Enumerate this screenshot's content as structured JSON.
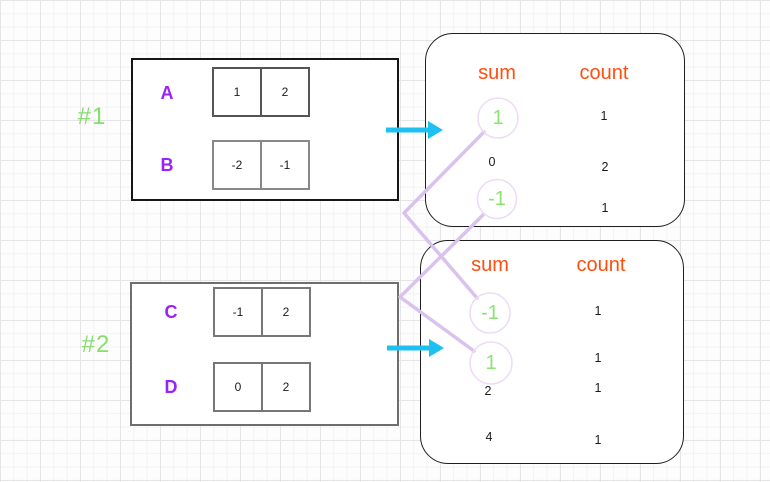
{
  "diagram_title": "pairwise sums with counts for two array groups",
  "colors": {
    "header_orange": "#ff4e0e",
    "group_label_green": "#88dd6d",
    "circled_value_green": "#8be273",
    "array_letter_purple": "#9a21f7",
    "arrow_cyan": "#1ec0f2",
    "connector_lavender": "#d9c3ee",
    "highlight_circle_outline": "#eedcf7"
  },
  "groups": [
    {
      "label": "#1",
      "arrays": [
        {
          "name": "A",
          "cells": [
            "1",
            "2"
          ]
        },
        {
          "name": "B",
          "cells": [
            "-2",
            "-1"
          ]
        }
      ],
      "table": {
        "sum_header": "sum",
        "count_header": "count",
        "rows": [
          {
            "sum": "1",
            "count": "1",
            "circled": true
          },
          {
            "sum": "0",
            "count": "2",
            "circled": false
          },
          {
            "sum": "-1",
            "count": "1",
            "circled": true
          }
        ]
      }
    },
    {
      "label": "#2",
      "arrays": [
        {
          "name": "C",
          "cells": [
            "-1",
            "2"
          ]
        },
        {
          "name": "D",
          "cells": [
            "0",
            "2"
          ]
        }
      ],
      "table": {
        "sum_header": "sum",
        "count_header": "count",
        "rows": [
          {
            "sum": "-1",
            "count": "1",
            "circled": true
          },
          {
            "sum": "1",
            "count": "1",
            "circled": true
          },
          {
            "sum": "2",
            "count": "1",
            "circled": false
          },
          {
            "sum": "4",
            "count": "1",
            "circled": false
          }
        ]
      }
    }
  ],
  "connections": [
    {
      "from": "group1 sum 1",
      "to": "group2 sum -1"
    },
    {
      "from": "group1 sum -1",
      "to": "group2 sum 1"
    }
  ]
}
